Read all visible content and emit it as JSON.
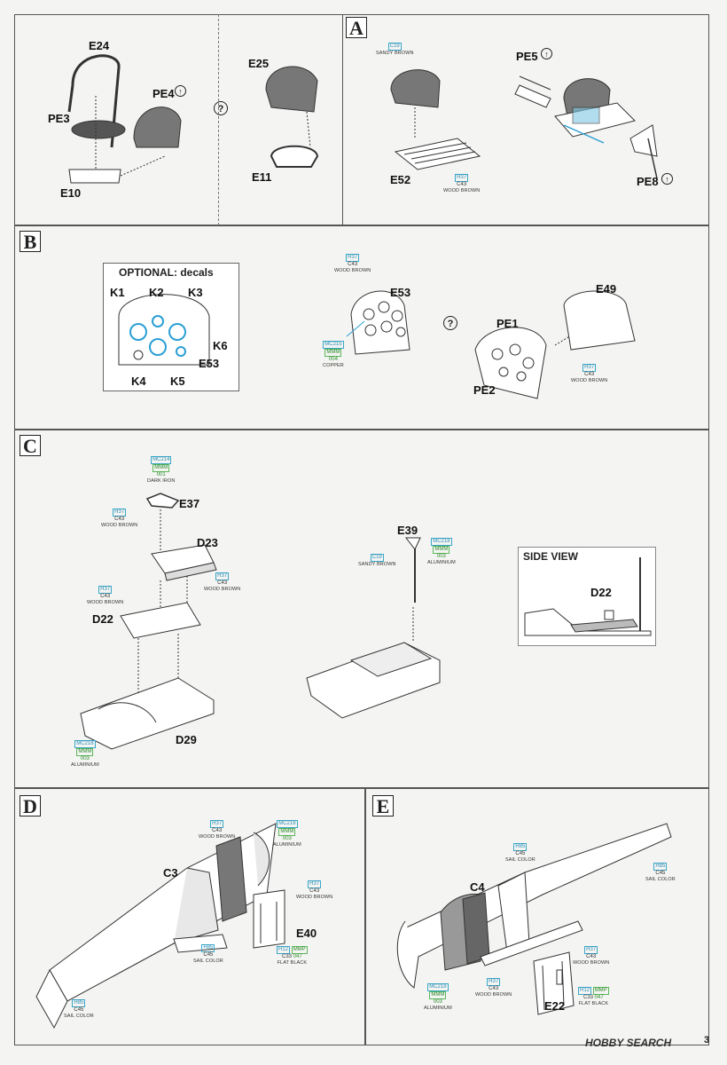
{
  "page_number": "3",
  "watermark": "HOBBY SEARCH",
  "steps": {
    "A": {
      "letter": "A",
      "parts": [
        "E24",
        "PE4",
        "PE3",
        "E10",
        "E25",
        "E11",
        "E52",
        "PE5",
        "PE8"
      ],
      "paints": [
        {
          "code": "C19",
          "name": "SANDY BROWN"
        },
        {
          "codes": [
            "H37",
            "C43"
          ],
          "name": "WOOD BROWN"
        }
      ]
    },
    "B": {
      "letter": "B",
      "optional_title": "OPTIONAL: decals",
      "decals": [
        "K1",
        "K2",
        "K3",
        "K6",
        "K4",
        "K5",
        "E53"
      ],
      "parts": [
        "E53",
        "PE1",
        "PE2",
        "E49"
      ],
      "paints": [
        {
          "codes": [
            "H37",
            "C43"
          ],
          "name": "WOOD BROWN"
        },
        {
          "codes": [
            "MC215",
            "MMM",
            "004"
          ],
          "name": "COPPER"
        },
        {
          "codes": [
            "H37",
            "C43"
          ],
          "name": "WOOD BROWN"
        }
      ]
    },
    "C": {
      "letter": "C",
      "parts": [
        "E37",
        "D23",
        "D22",
        "D29",
        "E39",
        "D22"
      ],
      "side_view": "SIDE VIEW",
      "paints": [
        {
          "codes": [
            "MC214",
            "MMM",
            "001"
          ],
          "name": "DARK IRON"
        },
        {
          "codes": [
            "H37",
            "C43"
          ],
          "name": "WOOD BROWN"
        },
        {
          "codes": [
            "H37",
            "C43"
          ],
          "name": "WOOD BROWN"
        },
        {
          "codes": [
            "H37",
            "C43"
          ],
          "name": "WOOD BROWN"
        },
        {
          "codes": [
            "MC218",
            "MMM",
            "003"
          ],
          "name": "ALUMINIUM"
        },
        {
          "code": "C19",
          "name": "SANDY BROWN"
        },
        {
          "codes": [
            "MC218",
            "MMM",
            "003"
          ],
          "name": "ALUMINIUM"
        }
      ]
    },
    "D": {
      "letter": "D",
      "parts": [
        "C3",
        "E40"
      ],
      "paints": [
        {
          "codes": [
            "H37",
            "C43"
          ],
          "name": "WOOD BROWN"
        },
        {
          "codes": [
            "MC218",
            "MMM",
            "003"
          ],
          "name": "ALUMINIUM"
        },
        {
          "codes": [
            "H37",
            "C43"
          ],
          "name": "WOOD BROWN"
        },
        {
          "codes": [
            "H85",
            "C45"
          ],
          "name": "SAIL COLOR"
        },
        {
          "codes": [
            "H12",
            "MMP",
            "C33",
            "047"
          ],
          "name": "FLAT BLACK"
        },
        {
          "codes": [
            "H85",
            "C45"
          ],
          "name": "SAIL COLOR"
        }
      ]
    },
    "E": {
      "letter": "E",
      "parts": [
        "C4",
        "E22"
      ],
      "paints": [
        {
          "codes": [
            "H85",
            "C45"
          ],
          "name": "SAIL COLOR"
        },
        {
          "codes": [
            "H85",
            "C45"
          ],
          "name": "SAIL COLOR"
        },
        {
          "codes": [
            "H37",
            "C43"
          ],
          "name": "WOOD BROWN"
        },
        {
          "codes": [
            "MC218",
            "MMM",
            "003"
          ],
          "name": "ALUMINIUM"
        },
        {
          "codes": [
            "H37",
            "C43"
          ],
          "name": "WOOD BROWN"
        },
        {
          "codes": [
            "H12",
            "MMP",
            "C33",
            "047"
          ],
          "name": "FLAT BLACK"
        }
      ]
    }
  }
}
